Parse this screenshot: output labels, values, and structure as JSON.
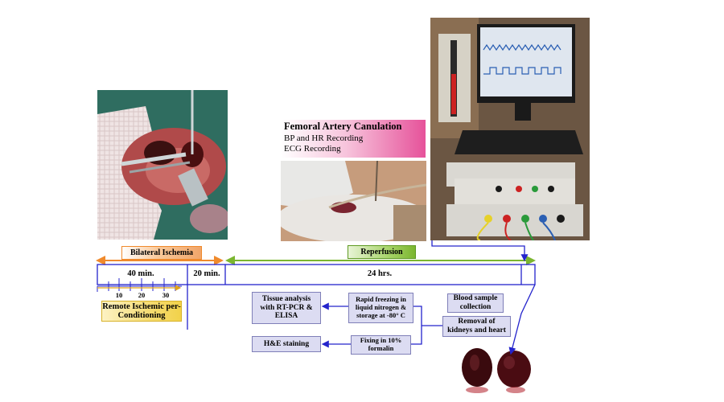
{
  "phases": {
    "ischemia": "Bilateral Ischemia",
    "reperfusion": "Reperfusion"
  },
  "timeline": {
    "seg1": "40 min.",
    "seg2": "20 min.",
    "seg3": "24 hrs.",
    "ticks": [
      "10",
      "20",
      "30"
    ]
  },
  "ripc_label": "Remote Ischemic per-Conditioning",
  "femoral": {
    "title": "Femoral Artery Canulation",
    "line1": "BP and HR Recording",
    "line2": "ECG Recording"
  },
  "steps": {
    "tissue_analysis": "Tissue analysis with RT-PCR & ELISA",
    "rapid_freezing": "Rapid freezing in liquid nitrogen & storage at -80° C",
    "blood_sample": "Blood sample collection",
    "removal": "Removal of kidneys and heart",
    "he_staining": "H&E staining",
    "fixing": "Fixing in 10% formalin"
  },
  "colors": {
    "timeline_blue": "#2424cc",
    "ischemia_orange": "#f08a2c",
    "reperfusion_green": "#7bb62f",
    "ripc_yellow": "#f2d24a",
    "box_fill": "#dcdcf2",
    "femoral_pink": "#e6529a"
  }
}
